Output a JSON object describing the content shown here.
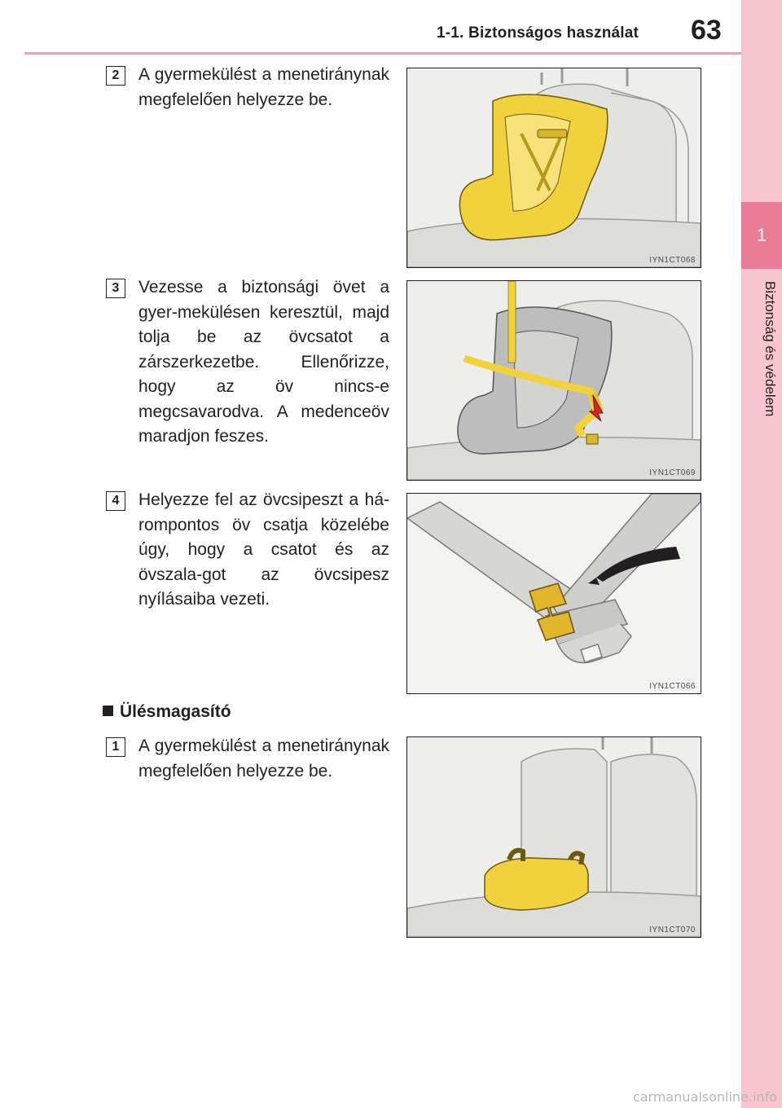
{
  "header": {
    "section_title": "1-1. Biztonságos használat",
    "page_number": "63"
  },
  "side_tab": {
    "chapter_number": "1",
    "chapter_name": "Biztonság és védelem"
  },
  "steps": [
    {
      "number": "2",
      "text": "A gyermekülést a menetiránynak megfelelően helyezze be.",
      "figure_code": "IYN1CT068"
    },
    {
      "number": "3",
      "text": "Vezesse a biztonsági övet a gyer-mekülésen keresztül, majd tolja be az övcsatot a zárszerkezetbe. Ellenőrizze, hogy az öv nincs-e megcsavarodva. A medenceöv maradjon feszes.",
      "figure_code": "IYN1CT069"
    },
    {
      "number": "4",
      "text": "Helyezze fel az övcsipeszt a há-rompontos öv csatja közelébe úgy, hogy a csatot és az övszala-got az övcsipesz nyílásaiba vezeti.",
      "figure_code": "IYN1CT066"
    }
  ],
  "booster_section": {
    "heading": "Ülésmagasító",
    "step": {
      "number": "1",
      "text": "A gyermekülést a menetiránynak megfelelően helyezze be.",
      "figure_code": "IYN1CT070"
    }
  },
  "watermark": "carmanualsonline.info",
  "colors": {
    "accent_pink": "#e87b96",
    "tab_pink": "#f8c5cf",
    "header_line": "#e8a3b3",
    "seat_yellow": "#f2d23c",
    "seat_gray": "#bdbdbd",
    "arrow_red": "#d9252a"
  }
}
